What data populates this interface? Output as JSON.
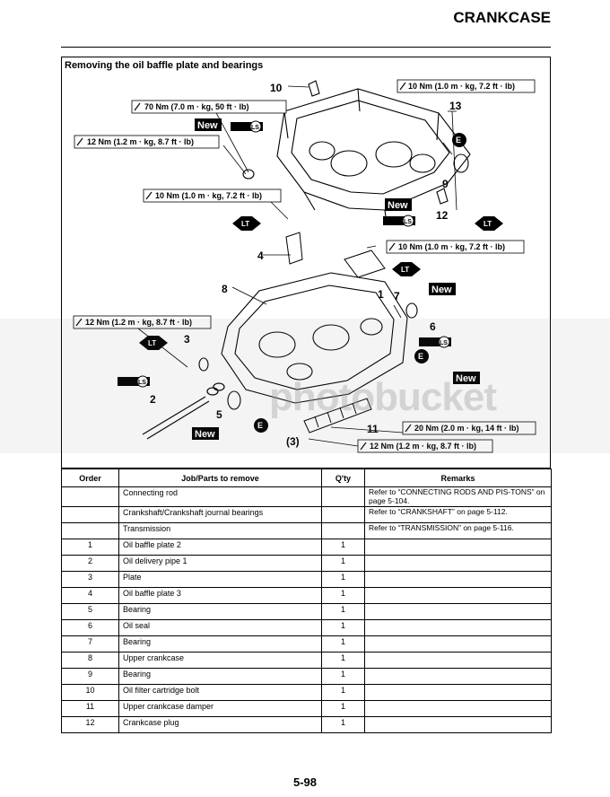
{
  "header": {
    "title": "CRANKCASE"
  },
  "diagram": {
    "title": "Removing the oil baffle plate and bearings",
    "callouts": [
      "10",
      "13",
      "9",
      "12",
      "4",
      "8",
      "1",
      "7",
      "6",
      "3",
      "2",
      "5",
      "11",
      "(3)"
    ],
    "torque": [
      "10 Nm (1.0 m · kg, 7.2 ft · lb)",
      "70 Nm (7.0 m · kg, 50 ft · lb)",
      "12 Nm (1.2 m · kg, 8.7 ft · lb)",
      "10 Nm (1.0 m · kg, 7.2 ft · lb)",
      "10 Nm (1.0 m · kg, 7.2 ft · lb)",
      "12 Nm (1.2 m · kg, 8.7 ft · lb)",
      "20 Nm (2.0 m · kg, 14 ft · lb)",
      "12 Nm (1.2 m · kg, 8.7 ft · lb)"
    ],
    "new_label": "New",
    "lt_label": "LT",
    "e_label": "E",
    "ls_label": "LS"
  },
  "table": {
    "headers": [
      "Order",
      "Job/Parts to remove",
      "Q'ty",
      "Remarks"
    ],
    "rows": [
      {
        "order": "",
        "part": "Connecting rod",
        "qty": "",
        "remarks": "Refer to “CONNECTING RODS AND PIS-TONS” on page 5-104."
      },
      {
        "order": "",
        "part": "Crankshaft/Crankshaft journal bearings",
        "qty": "",
        "remarks": "Refer to “CRANKSHAFT” on page 5-112."
      },
      {
        "order": "",
        "part": "Transmission",
        "qty": "",
        "remarks": "Refer to “TRANSMISSION” on page 5-116."
      },
      {
        "order": "1",
        "part": "Oil baffle plate 2",
        "qty": "1",
        "remarks": ""
      },
      {
        "order": "2",
        "part": "Oil delivery pipe 1",
        "qty": "1",
        "remarks": ""
      },
      {
        "order": "3",
        "part": "Plate",
        "qty": "1",
        "remarks": ""
      },
      {
        "order": "4",
        "part": "Oil baffle plate 3",
        "qty": "1",
        "remarks": ""
      },
      {
        "order": "5",
        "part": "Bearing",
        "qty": "1",
        "remarks": ""
      },
      {
        "order": "6",
        "part": "Oil seal",
        "qty": "1",
        "remarks": ""
      },
      {
        "order": "7",
        "part": "Bearing",
        "qty": "1",
        "remarks": ""
      },
      {
        "order": "8",
        "part": "Upper crankcase",
        "qty": "1",
        "remarks": ""
      },
      {
        "order": "9",
        "part": "Bearing",
        "qty": "1",
        "remarks": ""
      },
      {
        "order": "10",
        "part": "Oil filter cartridge bolt",
        "qty": "1",
        "remarks": ""
      },
      {
        "order": "11",
        "part": "Upper crankcase damper",
        "qty": "1",
        "remarks": ""
      },
      {
        "order": "12",
        "part": "Crankcase plug",
        "qty": "1",
        "remarks": ""
      }
    ]
  },
  "watermark": "photobucket",
  "footer": {
    "page_number": "5-98"
  }
}
